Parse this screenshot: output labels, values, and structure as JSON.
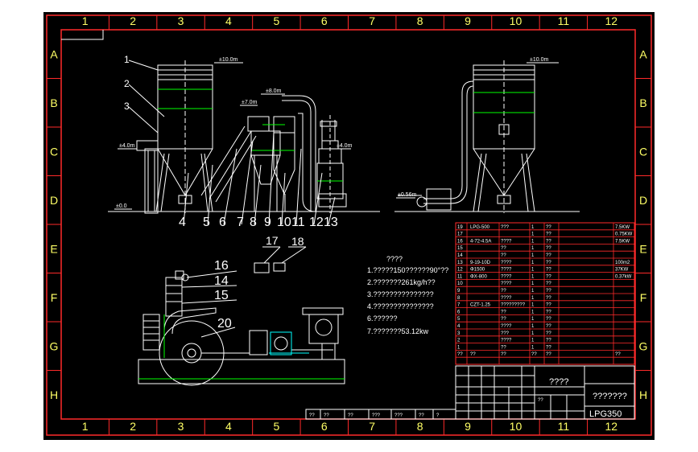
{
  "frame": {
    "columns": [
      "1",
      "2",
      "3",
      "4",
      "5",
      "6",
      "7",
      "8",
      "9",
      "10",
      "11",
      "12"
    ],
    "rows": [
      "A",
      "B",
      "C",
      "D",
      "E",
      "F",
      "G",
      "H"
    ]
  },
  "elevations": {
    "left_top": "±10.0m",
    "right_top": "±10.0m",
    "mid1": "±8.0m",
    "mid2": "±7.0m",
    "left_side": "±4.0m",
    "right_side": "±4.0m",
    "ground": "±0.0",
    "right_ground": "±0.56m"
  },
  "callouts": {
    "upper": [
      "1",
      "2",
      "3"
    ],
    "lower": [
      "4",
      "5",
      "6",
      "7",
      "8",
      "9",
      "10",
      "11",
      "12",
      "13"
    ],
    "plan": [
      "16",
      "14",
      "15",
      "20"
    ],
    "parts": [
      "17",
      "18"
    ]
  },
  "notes": {
    "title": "????",
    "lines": [
      "1.?????150??????90°??",
      "2.???????261kg/h??",
      "3.???????????????",
      "4.???????????????",
      "6.??????",
      "7.???????53.12kw"
    ]
  },
  "bom": {
    "rows": [
      {
        "no": "19",
        "name": "LPG-500",
        "desc": "???",
        "qty": "1",
        "mat": "??",
        "note": "7.5KW"
      },
      {
        "no": "17",
        "name": "",
        "desc": "",
        "qty": "1",
        "mat": "??",
        "note": "0.75KW"
      },
      {
        "no": "16",
        "name": "4-72-4.5A",
        "desc": "????",
        "qty": "1",
        "mat": "??",
        "note": "7.5KW"
      },
      {
        "no": "15",
        "name": "",
        "desc": "??",
        "qty": "1",
        "mat": "??",
        "note": ""
      },
      {
        "no": "14",
        "name": "",
        "desc": "??",
        "qty": "1",
        "mat": "??",
        "note": ""
      },
      {
        "no": "13",
        "name": "9-19-10D",
        "desc": "????",
        "qty": "1",
        "mat": "??",
        "note": "100m2"
      },
      {
        "no": "12",
        "name": "Φ1500",
        "desc": "????",
        "qty": "1",
        "mat": "??",
        "note": "37KW"
      },
      {
        "no": "11",
        "name": "ΦX-800",
        "desc": "????",
        "qty": "1",
        "mat": "??",
        "note": "0.37kW"
      },
      {
        "no": "10",
        "name": "",
        "desc": "????",
        "qty": "1",
        "mat": "??",
        "note": ""
      },
      {
        "no": "9",
        "name": "",
        "desc": "??",
        "qty": "1",
        "mat": "??",
        "note": ""
      },
      {
        "no": "8",
        "name": "",
        "desc": "????",
        "qty": "1",
        "mat": "??",
        "note": ""
      },
      {
        "no": "7",
        "name": "CZT-1.25",
        "desc": "?????????",
        "qty": "1",
        "mat": "??",
        "note": ""
      },
      {
        "no": "6",
        "name": "",
        "desc": "??",
        "qty": "1",
        "mat": "??",
        "note": ""
      },
      {
        "no": "5",
        "name": "",
        "desc": "??",
        "qty": "1",
        "mat": "??",
        "note": ""
      },
      {
        "no": "4",
        "name": "",
        "desc": "????",
        "qty": "1",
        "mat": "??",
        "note": ""
      },
      {
        "no": "3",
        "name": "",
        "desc": "???",
        "qty": "1",
        "mat": "??",
        "note": ""
      },
      {
        "no": "2",
        "name": "",
        "desc": "????",
        "qty": "1",
        "mat": "??",
        "note": ""
      },
      {
        "no": "1",
        "name": "",
        "desc": "??",
        "qty": "1",
        "mat": "??",
        "note": ""
      }
    ],
    "header": [
      "??",
      "??",
      "??",
      "??",
      "??",
      "??"
    ]
  },
  "title_block": {
    "drawing_title": "????",
    "company": "???????",
    "drawing_no": "LPG350",
    "small": [
      "??",
      "??",
      "??",
      "???",
      "???",
      "??",
      "?",
      "??"
    ]
  },
  "colors": {
    "frame": "#ff2a2a",
    "grid_label": "#ffff66",
    "line": "#ffffff",
    "dimension": "#00ff00",
    "accent": "#00ffff"
  }
}
